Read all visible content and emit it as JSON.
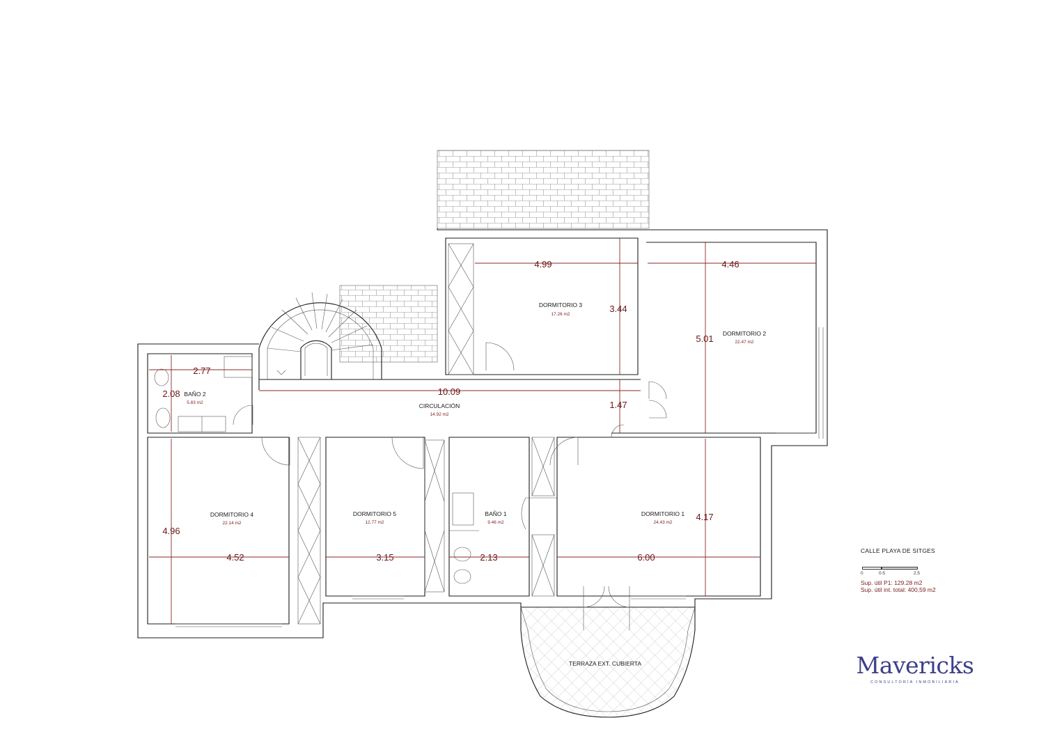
{
  "rooms": {
    "dormitorio3": {
      "name": "DORMITORIO 3",
      "area": "17.26 m2"
    },
    "dormitorio2": {
      "name": "DORMITORIO 2",
      "area": "22.47 m2"
    },
    "bano2": {
      "name": "BAÑO 2",
      "area": "5.83 m2"
    },
    "circulacion": {
      "name": "CIRCULACIÓN",
      "area": "14.92 m2"
    },
    "dormitorio4": {
      "name": "DORMITORIO 4",
      "area": "22.14 m2"
    },
    "dormitorio5": {
      "name": "DORMITORIO 5",
      "area": "12.77 m2"
    },
    "bano1": {
      "name": "BAÑO 1",
      "area": "9.46 m2"
    },
    "dormitorio1": {
      "name": "DORMITORIO 1",
      "area": "24.43 m2"
    },
    "terraza": {
      "name": "TERRAZA EXT. CUBIERTA"
    }
  },
  "dimensions": {
    "d3_width": "4.99",
    "d3_depth": "3.44",
    "d2_width": "4.46",
    "d2_depth": "5.01",
    "b2_width": "2.77",
    "b2_depth": "2.08",
    "circ_length": "10.09",
    "circ_width": "1.47",
    "d4_depth": "4.96",
    "d4_width": "4.52",
    "d5_width": "3.15",
    "b1_width": "2.13",
    "d1_width": "6.00",
    "d1_depth": "4.17"
  },
  "legend": {
    "street": "CALLE PLAYA DE SITGES",
    "scale": [
      "0",
      "0.5",
      "2.5"
    ],
    "sup_p1": "Sup. útil P1: 129.28 m2",
    "sup_total": "Sup. útil int. total: 400,59 m2"
  },
  "brand": {
    "name": "Mavericks",
    "tagline": "CONSULTORÍA INMOBILIARIA"
  },
  "colors": {
    "dimension": "#6b1515",
    "brand": "#3c3f8a",
    "walls": "#1b1b1b"
  }
}
